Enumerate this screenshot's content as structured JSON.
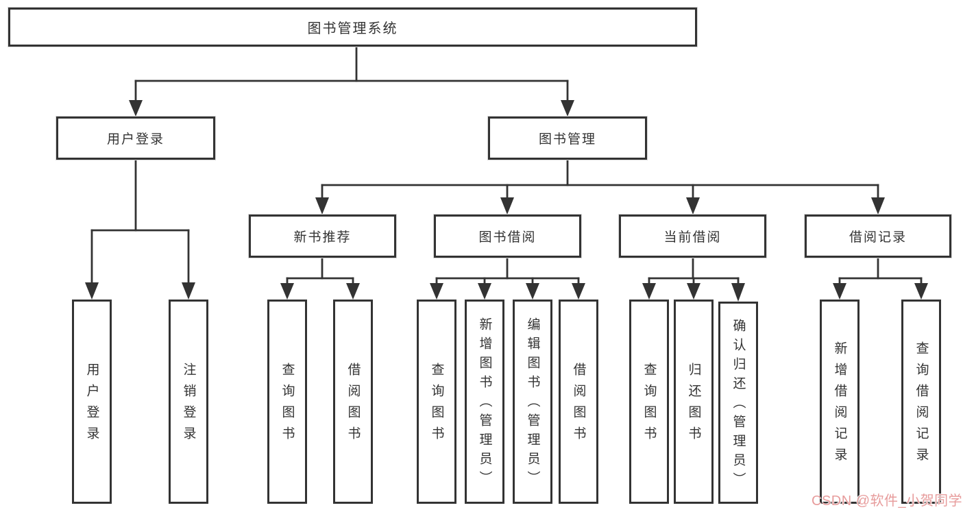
{
  "diagram": {
    "root": {
      "label": "图书管理系统"
    },
    "branches": [
      {
        "label": "用户登录",
        "children": [
          {
            "label": "用户登录"
          },
          {
            "label": "注销登录"
          }
        ]
      },
      {
        "label": "图书管理",
        "children": [
          {
            "label": "新书推荐",
            "children": [
              {
                "label": "查询图书"
              },
              {
                "label": "借阅图书"
              }
            ]
          },
          {
            "label": "图书借阅",
            "children": [
              {
                "label": "查询图书"
              },
              {
                "label": "新增图书（管理员）"
              },
              {
                "label": "编辑图书（管理员）"
              },
              {
                "label": "借阅图书"
              }
            ]
          },
          {
            "label": "当前借阅",
            "children": [
              {
                "label": "查询图书"
              },
              {
                "label": "归还图书"
              },
              {
                "label": "确认归还（管理员）"
              }
            ]
          },
          {
            "label": "借阅记录",
            "children": [
              {
                "label": "新增借阅记录"
              },
              {
                "label": "查询借阅记录"
              }
            ]
          }
        ]
      }
    ]
  },
  "watermark": {
    "text": "CSDN @软件_小贺同学"
  },
  "colors": {
    "line": "#333333",
    "box_border": "#333333",
    "text": "#333333",
    "background": "#ffffff",
    "watermark": "#e79c9c"
  }
}
